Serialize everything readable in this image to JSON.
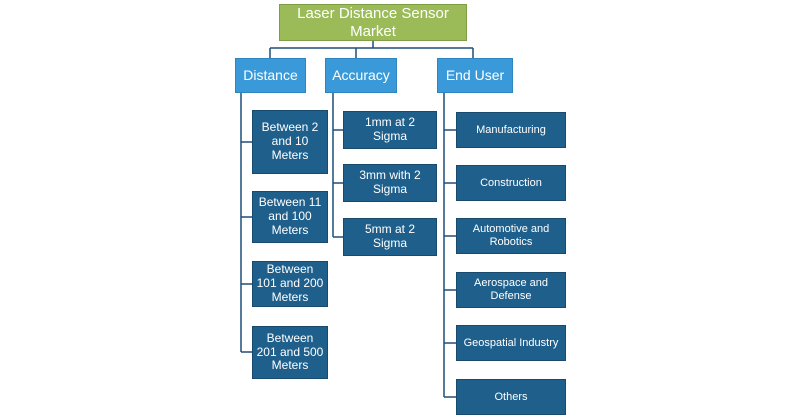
{
  "root": {
    "title": "Laser Distance Sensor Market"
  },
  "categories": [
    {
      "label": "Distance",
      "items": [
        "Between 2 and 10 Meters",
        "Between 11 and 100 Meters",
        "Between 101 and 200 Meters",
        "Between 201 and 500 Meters"
      ]
    },
    {
      "label": "Accuracy",
      "items": [
        "1mm at 2 Sigma",
        "3mm with 2 Sigma",
        "5mm at 2 Sigma"
      ]
    },
    {
      "label": "End User",
      "items": [
        "Manufacturing",
        "Construction",
        "Automotive and Robotics",
        "Aerospace and Defense",
        "Geospatial Industry",
        "Others"
      ]
    }
  ],
  "colors": {
    "root": "#9bbb59",
    "category": "#3a9ad9",
    "leaf": "#1f5f8b",
    "connector": "#1f4e79"
  }
}
